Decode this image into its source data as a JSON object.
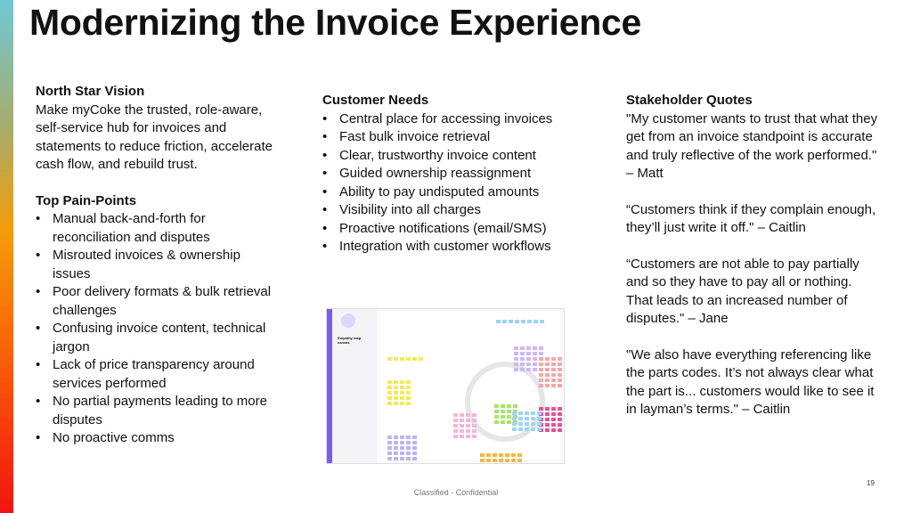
{
  "title": "Modernizing the Invoice Experience",
  "north_star": {
    "heading": "North Star Vision",
    "body": "Make myCoke the trusted, role-aware, self-service hub for invoices and statements to reduce friction, accelerate cash flow, and rebuild trust."
  },
  "pain_points": {
    "heading": "Top Pain-Points",
    "items": [
      "Manual back-and-forth for reconciliation and disputes",
      "Misrouted invoices & ownership issues",
      "Poor delivery formats & bulk retrieval challenges",
      "Confusing invoice content, technical jargon",
      "Lack of price transparency around services performed",
      "No partial payments leading to more disputes",
      "No proactive comms"
    ]
  },
  "customer_needs": {
    "heading": "Customer Needs",
    "items": [
      "Central place for accessing invoices",
      "Fast bulk invoice retrieval",
      "Clear, trustworthy invoice content",
      "Guided ownership reassignment",
      "Ability to pay undisputed amounts",
      "Visibility into all charges",
      "Proactive notifications (email/SMS)",
      "Integration with customer workflows"
    ]
  },
  "quotes": {
    "heading": "Stakeholder Quotes",
    "items": [
      "\"My customer wants to trust that what they get from an invoice standpoint is accurate and truly reflective of the work performed.\" – Matt",
      "“Customers think if they complain enough, they’ll just write it off.\" – Caitlin",
      "“Customers are not able to pay partially and so they have to pay all or nothing. That leads to an increased number of disputes.\" – Jane",
      "\"We also have everything referencing like the parts codes. It’s not always clear what the part is... customers would like to see it in layman’s terms.\" – Caitlin"
    ]
  },
  "thumbnail": {
    "title": "Empathy map canvas"
  },
  "footer": {
    "classification": "Classified - Confidential",
    "page_number": "19"
  },
  "colors": {
    "sticky": [
      "#f3ea5a",
      "#cdb8f5",
      "#f2a9a9",
      "#e0559a",
      "#f3b6d8",
      "#a8e36a",
      "#9fd3f5",
      "#f4b742",
      "#bdb3f3"
    ]
  }
}
